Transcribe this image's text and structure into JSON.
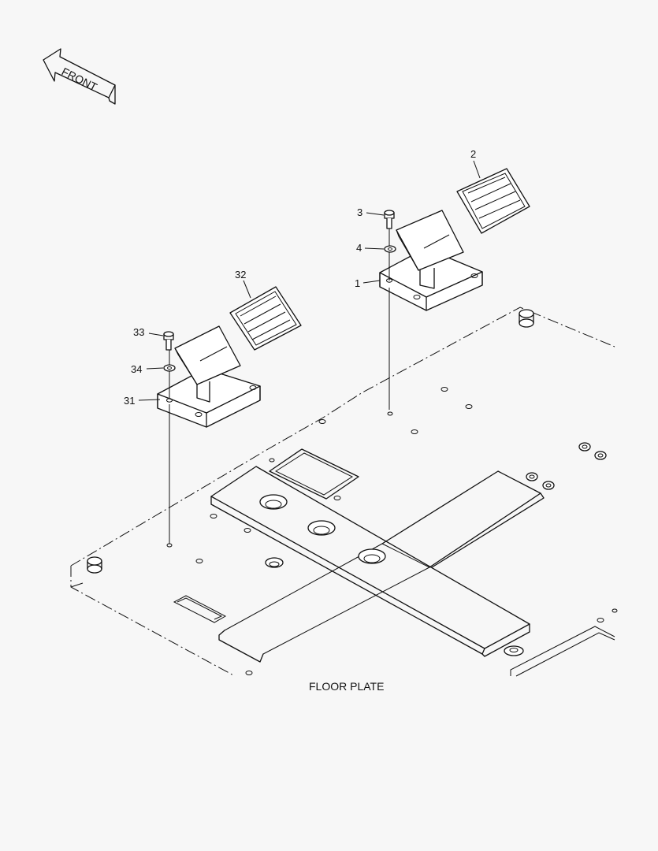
{
  "front_arrow": {
    "label": "FRONT"
  },
  "caption": "FLOOR PLATE",
  "callouts": {
    "c1": "1",
    "c2": "2",
    "c3": "3",
    "c4": "4",
    "c31": "31",
    "c32": "32",
    "c33": "33",
    "c34": "34"
  }
}
